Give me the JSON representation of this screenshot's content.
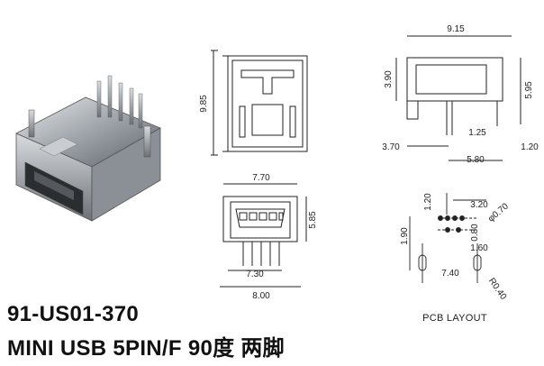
{
  "title": {
    "part_number": "91-US01-370",
    "description": "MINI USB 5PIN/F 90度 两脚"
  },
  "dimensions": {
    "side_width": "9.15",
    "side_height_1": "3.90",
    "side_height_2": "5.95",
    "side_1_25": "1.25",
    "side_3_70": "3.70",
    "side_1_20": "1.20",
    "side_5_80": "5.80",
    "top_height": "9.85",
    "front_width_top": "7.70",
    "front_width_pins": "7.30",
    "front_width_base": "8.00",
    "front_height": "5.85",
    "pcb_1_20": "1.20",
    "pcb_3_20": "3.20",
    "pcb_phi": "φ0.70",
    "pcb_1_90": "1.90",
    "pcb_0_80": "0.80",
    "pcb_1_60": "1.60",
    "pcb_7_40": "7.40",
    "pcb_radius": "R0.40"
  },
  "pcb_layout_label": "PCB LAYOUT",
  "colors": {
    "line": "#222222",
    "metal": "#9aa0a6"
  }
}
